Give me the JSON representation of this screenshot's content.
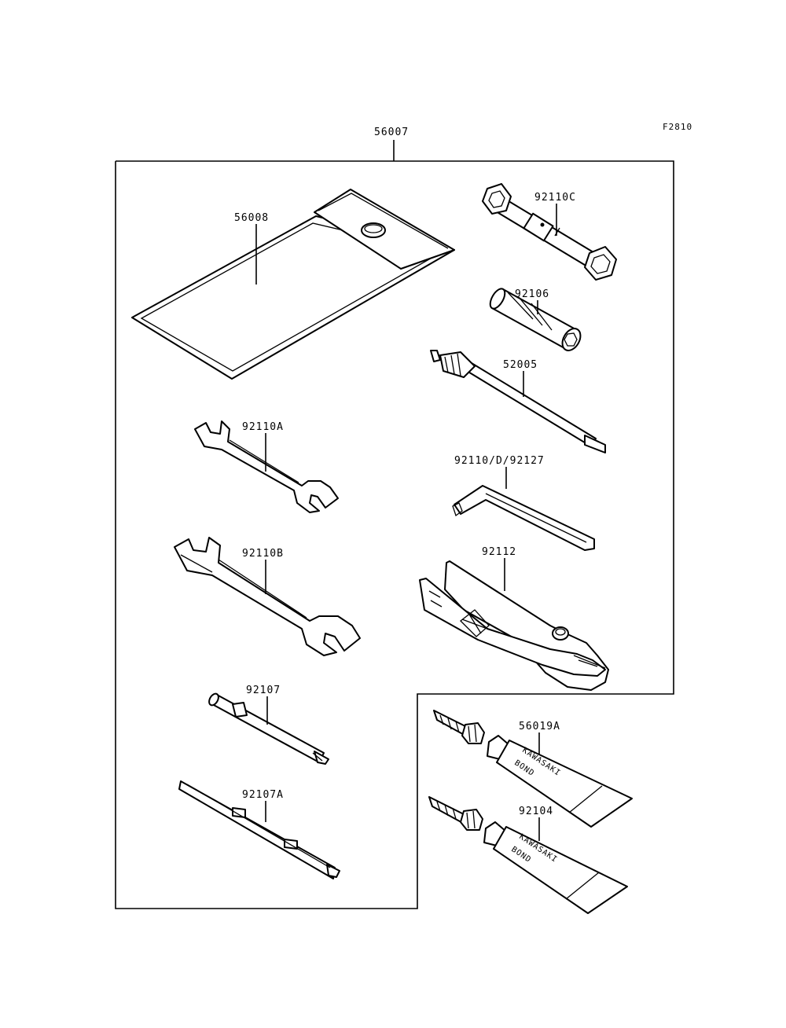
{
  "diagram_code": "F2810",
  "assembly": {
    "part_number": "56007"
  },
  "parts": {
    "p56008": "56008",
    "p92110C": "92110C",
    "p92106": "92106",
    "p52005": "52005",
    "p92110A": "92110A",
    "p92110_D_92127": "92110/D/92127",
    "p92110B": "92110B",
    "p92112": "92112",
    "p92107": "92107",
    "p92107A": "92107A",
    "p56019A": "56019A",
    "p92104": "92104"
  },
  "tube_text": {
    "brand": "KAWASAKI",
    "product": "BOND"
  }
}
